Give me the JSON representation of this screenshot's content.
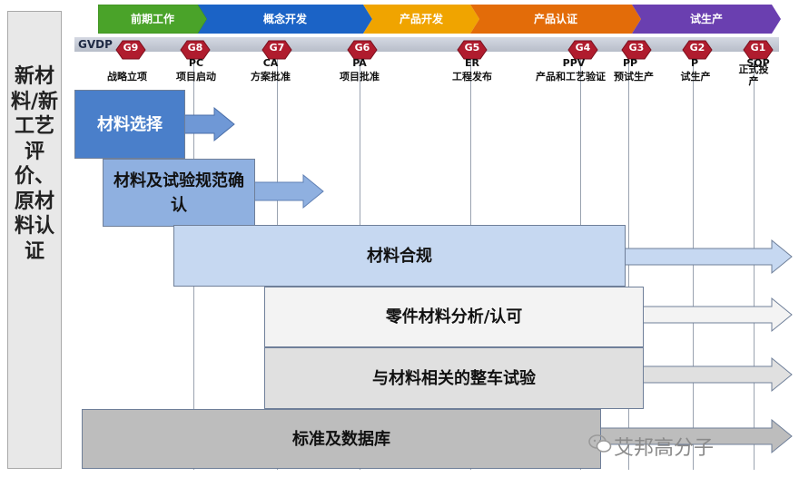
{
  "side_label": "新材料/新工艺评价、原材料认证",
  "gvdp_label": "GVDP",
  "phases": [
    {
      "label": "前期工作",
      "color": "#4aa329"
    },
    {
      "label": "概念开发",
      "color": "#1b63c6"
    },
    {
      "label": "产品开发",
      "color": "#f0a400"
    },
    {
      "label": "产品认证",
      "color": "#e36c09"
    },
    {
      "label": "试生产",
      "color": "#6a3fb0"
    }
  ],
  "gates": [
    {
      "gate": "G9",
      "code": "",
      "name": "战略立项"
    },
    {
      "gate": "G8",
      "code": "PC",
      "name": "项目启动"
    },
    {
      "gate": "G7",
      "code": "CA",
      "name": "方案批准"
    },
    {
      "gate": "G6",
      "code": "PA",
      "name": "项目批准"
    },
    {
      "gate": "G5",
      "code": "ER",
      "name": "工程发布"
    },
    {
      "gate": "G4",
      "code": "PPV",
      "name": "产品和工艺验证"
    },
    {
      "gate": "G3",
      "code": "PP",
      "name": "预试生产"
    },
    {
      "gate": "G2",
      "code": "P",
      "name": "试生产"
    },
    {
      "gate": "G1",
      "code": "SOP",
      "name": "正式投产"
    }
  ],
  "tasks": [
    {
      "label": "材料选择"
    },
    {
      "label": "材料及试验规范确认"
    },
    {
      "label": "材料合规"
    },
    {
      "label": "零件材料分析/认可"
    },
    {
      "label": "与材料相关的整车试验"
    },
    {
      "label": "标准及数据库"
    }
  ],
  "watermark": "艾邦高分子",
  "colors": {
    "gate": "#b01c2e",
    "task_dark": "#4a7fca",
    "task_mid": "#8fb0e0",
    "task_light": "#c6d8f1",
    "task_gray1": "#ececec",
    "task_gray2": "#d6d6d6",
    "task_gray3": "#bdbdbd"
  }
}
